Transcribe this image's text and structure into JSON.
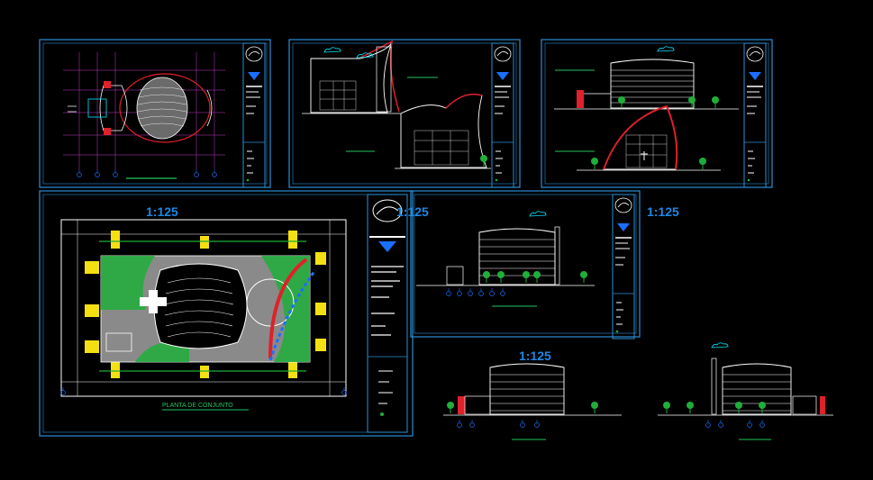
{
  "canvas": {
    "background": "#000000"
  },
  "colors": {
    "frame": "#2a8fd6",
    "linework": "#ffffff",
    "dimension": "#1b6fff",
    "accent_red": "#e0202a",
    "vegetation": "#1fae3a",
    "hatch_yellow": "#f4e012",
    "grid_magenta": "#c03cc8",
    "cyan": "#00e5ff",
    "scale_text": "#1e88e5"
  },
  "sheets": [
    {
      "id": "sheet-floor-plan",
      "kind": "plan"
    },
    {
      "id": "sheet-side-elevations",
      "kind": "elevation"
    },
    {
      "id": "sheet-front-elevations",
      "kind": "elevation"
    },
    {
      "id": "sheet-site-plan",
      "kind": "site-plan",
      "title": "PLANTA DE CONJUNTO",
      "scale": "1:125"
    },
    {
      "id": "sheet-elevation-a",
      "kind": "elevation",
      "scale": "1:125"
    },
    {
      "id": "sheet-elevation-b",
      "kind": "elevation",
      "scale": "1:125"
    }
  ],
  "scales": {
    "site_plan": "1:125",
    "middle_elevation_left": "1:125",
    "middle_elevation_right": "1:125",
    "bottom_elevation": "1:125"
  },
  "labels": {
    "site_plan_title": "PLANTA DE CONJUNTO"
  },
  "icons": [
    "title-block-logo-icon",
    "tree-icon",
    "cloud-icon",
    "cross-icon"
  ]
}
